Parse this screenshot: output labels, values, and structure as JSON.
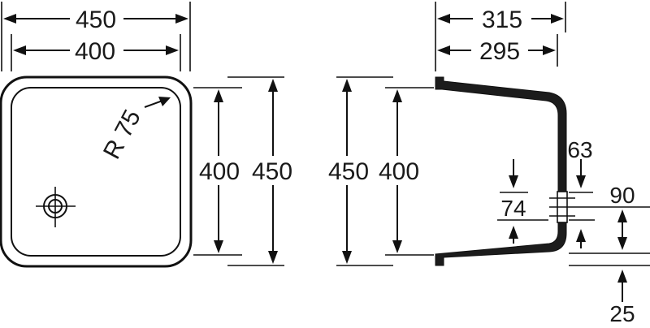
{
  "top_view": {
    "outer_width": "450",
    "inner_width": "400",
    "radius_label": "R 75",
    "inner_height": "400",
    "outer_height": "450"
  },
  "side_view": {
    "outer_height": "450",
    "inner_height": "400",
    "outer_depth": "315",
    "inner_depth": "295",
    "drain_offset": "63",
    "drain_height": "74",
    "right_dim": "90",
    "bottom_dim": "25"
  }
}
